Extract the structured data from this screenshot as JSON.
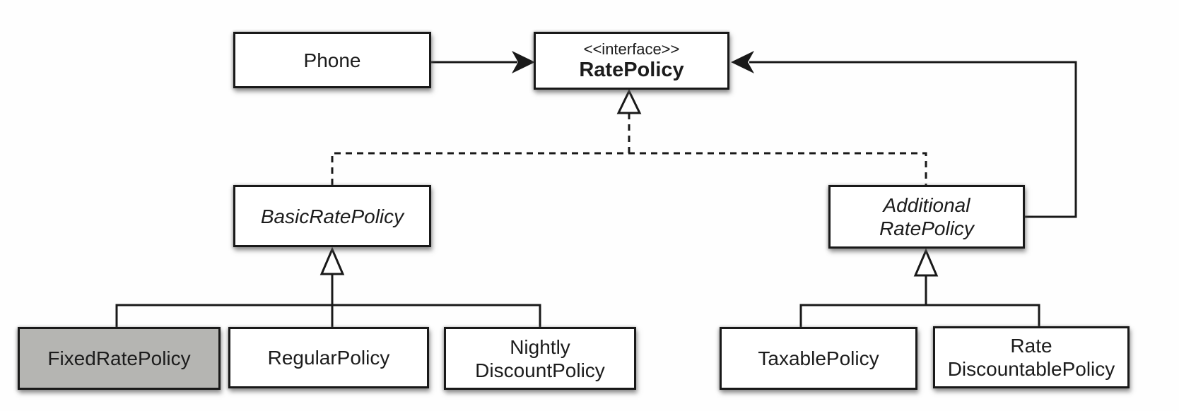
{
  "diagram": {
    "kind": "uml-class-diagram",
    "nodes": {
      "phone": {
        "label": "Phone",
        "type": "class"
      },
      "rate_policy": {
        "stereotype": "<<interface>>",
        "label": "RatePolicy",
        "type": "interface"
      },
      "basic_rate_policy": {
        "label": "BasicRatePolicy",
        "type": "abstract-class"
      },
      "additional_rate_policy": {
        "label_line1": "Additional",
        "label_line2": "RatePolicy",
        "type": "abstract-class"
      },
      "fixed_rate_policy": {
        "label": "FixedRatePolicy",
        "type": "class",
        "highlighted": true
      },
      "regular_policy": {
        "label": "RegularPolicy",
        "type": "class"
      },
      "nightly_discount_policy": {
        "label_line1": "Nightly",
        "label_line2": "DiscountPolicy",
        "type": "class"
      },
      "taxable_policy": {
        "label": "TaxablePolicy",
        "type": "class"
      },
      "rate_discountable_policy": {
        "label_line1": "Rate",
        "label_line2": "DiscountablePolicy",
        "type": "class"
      }
    },
    "relations": [
      {
        "from": "phone",
        "to": "rate_policy",
        "type": "association-arrow"
      },
      {
        "from": "additional_rate_policy",
        "to": "rate_policy",
        "type": "association-arrow"
      },
      {
        "from": "basic_rate_policy",
        "to": "rate_policy",
        "type": "realization-dashed-hollow-triangle"
      },
      {
        "from": "additional_rate_policy",
        "to": "rate_policy",
        "type": "realization-dashed-hollow-triangle"
      },
      {
        "from": "fixed_rate_policy",
        "to": "basic_rate_policy",
        "type": "generalization-hollow-triangle"
      },
      {
        "from": "regular_policy",
        "to": "basic_rate_policy",
        "type": "generalization-hollow-triangle"
      },
      {
        "from": "nightly_discount_policy",
        "to": "basic_rate_policy",
        "type": "generalization-hollow-triangle"
      },
      {
        "from": "taxable_policy",
        "to": "additional_rate_policy",
        "type": "generalization-hollow-triangle"
      },
      {
        "from": "rate_discountable_policy",
        "to": "additional_rate_policy",
        "type": "generalization-hollow-triangle"
      }
    ],
    "colors": {
      "line": "#191919",
      "box_fill": "#ffffff",
      "highlight_fill": "#b5b5b2",
      "text": "#1c1c1c",
      "background": "#ffffff"
    }
  }
}
